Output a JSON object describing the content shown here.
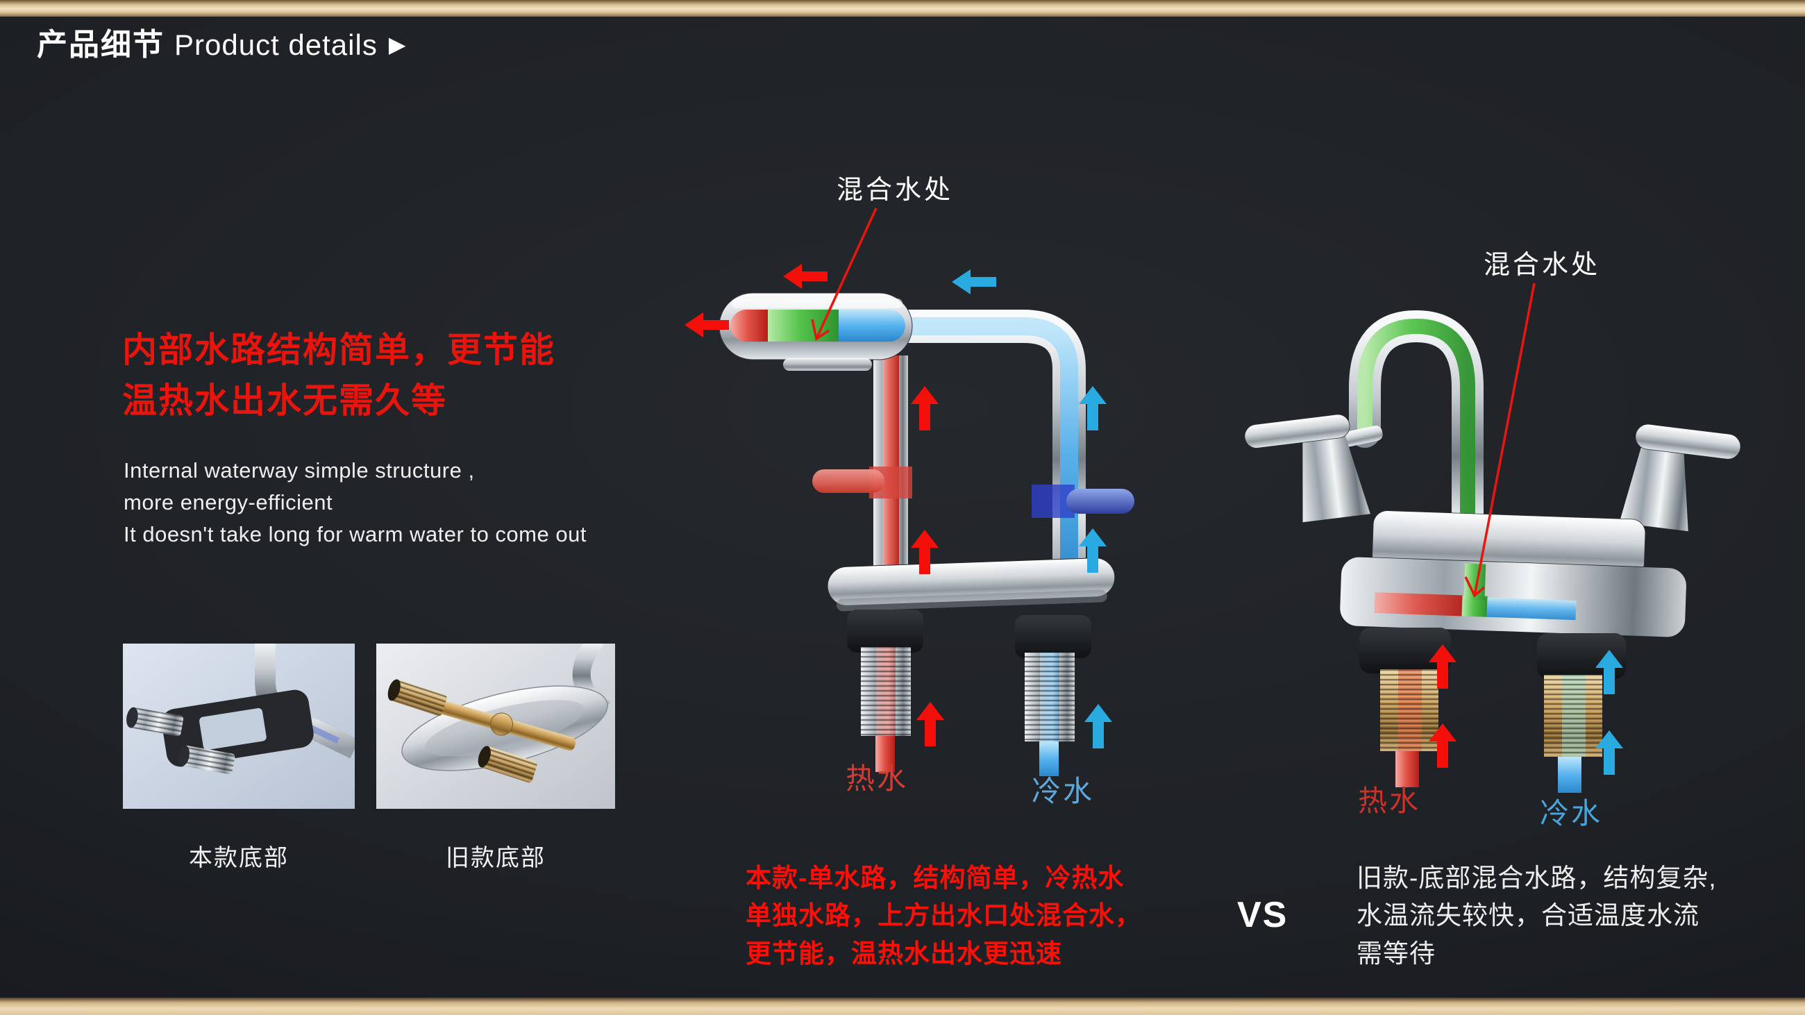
{
  "header": {
    "title_zh": "产品细节",
    "title_en": "Product details",
    "arrow": "▶"
  },
  "left_panel": {
    "headline": [
      "内部水路结构简单，更节能",
      "温热水出水无需久等"
    ],
    "subtext": [
      "Internal waterway simple structure ,",
      "more energy-efficient",
      "It doesn't take long for warm water to come out"
    ],
    "captions": {
      "new_model": "本款底部",
      "old_model": "旧款底部"
    }
  },
  "new_faucet": {
    "mix_label": "混合水处",
    "hot_label": "热水",
    "cold_label": "冷水",
    "description": [
      "本款-单水路，结构简单，冷热水",
      "单独水路，上方出水口处混合水，",
      "更节能，温热水出水更迅速"
    ]
  },
  "comparison": {
    "vs": "VS"
  },
  "old_faucet": {
    "mix_label": "混合水处",
    "hot_label": "热水",
    "cold_label": "冷水",
    "description": [
      "旧款-底部混合水路，结构复杂,",
      "水温流失较快，合适温度水流",
      "需等待"
    ]
  },
  "colors": {
    "hot_red": "#f50f0a",
    "cold_blue": "#29abe2",
    "mix_green": "#3fbc3a",
    "headline_red": "#e9150c",
    "hot_label_red": "#d23c31",
    "cold_label_blue": "#5da9dd",
    "accent_gold": "#e6cfa4",
    "background": "#1e2125"
  }
}
